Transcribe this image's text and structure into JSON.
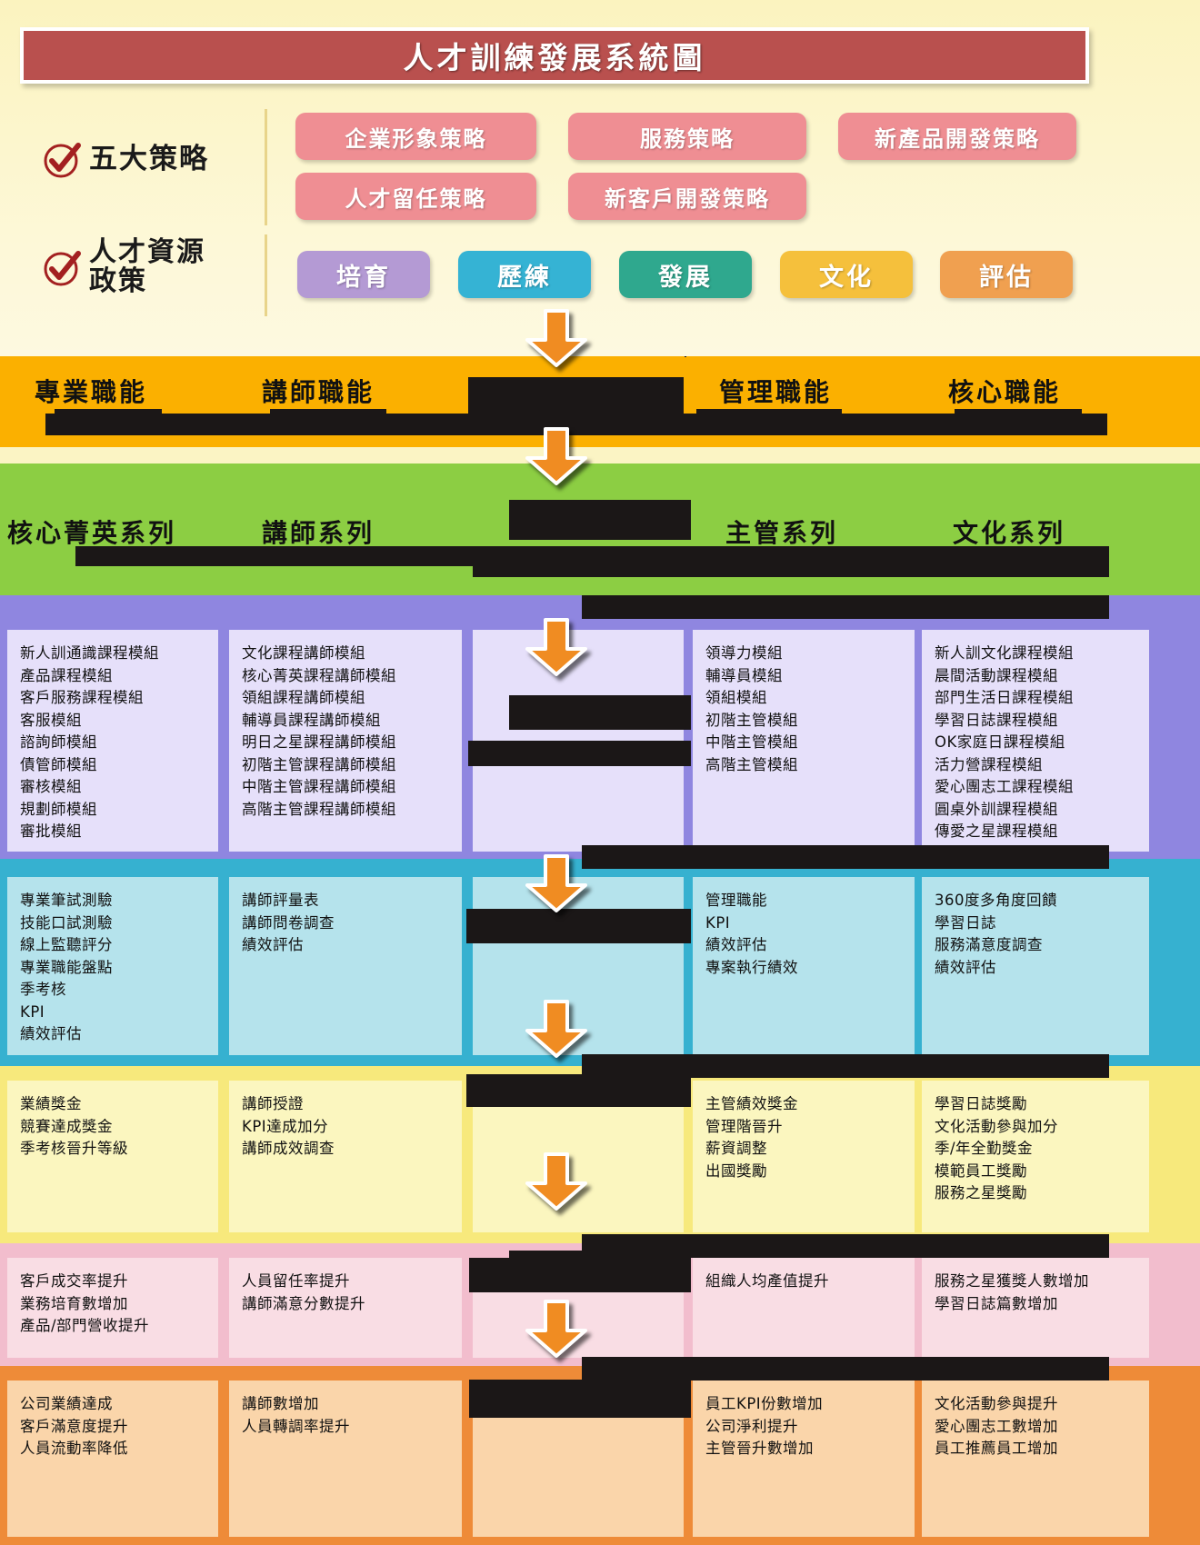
{
  "title": "人才訓練發展系統圖",
  "top": {
    "strategy_label": "五大策略",
    "policy_label_line1": "人才資源",
    "policy_label_line2": "政策",
    "check_icon": "check-circle-icon",
    "strategies": [
      "企業形象策略",
      "服務策略",
      "新產品開發策略",
      "人才留任策略",
      "新客戶開發策略"
    ],
    "policies": [
      {
        "label": "培育",
        "color": "#b49ad4"
      },
      {
        "label": "歷練",
        "color": "#35b3d4"
      },
      {
        "label": "發展",
        "color": "#2fa88e"
      },
      {
        "label": "文化",
        "color": "#f5c03c"
      },
      {
        "label": "評估",
        "color": "#f0a050"
      }
    ]
  },
  "bands": [
    {
      "name": "competency-band",
      "color": "#fbb000",
      "titles": [
        "專業職能",
        "講師職能",
        "",
        "管理職能",
        "核心職能"
      ]
    },
    {
      "name": "series-band",
      "color": "#8cce43",
      "titles": [
        "核心菁英系列",
        "講師系列",
        "",
        "主管系列",
        "文化系列"
      ]
    }
  ],
  "sections": [
    {
      "name": "module-section",
      "band_color": "#8f86e0",
      "cell_color": "#e6e0fa",
      "columns": [
        [
          "新人訓通識課程模組",
          "產品課程模組",
          "客戶服務課程模組",
          "客服模組",
          "諮詢師模組",
          "債管師模組",
          "審核模組",
          "規劃師模組",
          "審批模組"
        ],
        [
          "文化課程講師模組",
          "核心菁英課程講師模組",
          "領組課程講師模組",
          "輔導員課程講師模組",
          "明日之星課程講師模組",
          "初階主管課程講師模組",
          "中階主管課程講師模組",
          "高階主管課程講師模組"
        ],
        [],
        [
          "領導力模組",
          "輔導員模組",
          "領組模組",
          "初階主管模組",
          "中階主管模組",
          "高階主管模組"
        ],
        [
          "新人訓文化課程模組",
          "晨間活動課程模組",
          "部門生活日課程模組",
          "學習日誌課程模組",
          "OK家庭日課程模組",
          "活力營課程模組",
          "愛心團志工課程模組",
          "圓桌外訓課程模組",
          "傳愛之星課程模組"
        ]
      ]
    },
    {
      "name": "assessment-section",
      "band_color": "#36b1d0",
      "cell_color": "#b5e3ec",
      "columns": [
        [
          "專業筆試測驗",
          "技能口試測驗",
          "線上監聽評分",
          "專業職能盤點",
          "季考核",
          "KPI",
          "績效評估"
        ],
        [
          "講師評量表",
          "講師問卷調查",
          "績效評估"
        ],
        [],
        [
          "管理職能",
          "KPI",
          "績效評估",
          "專案執行績效"
        ],
        [
          "360度多角度回饋",
          "學習日誌",
          "服務滿意度調查",
          "績效評估"
        ]
      ]
    },
    {
      "name": "reward-section",
      "band_color": "#f7e97c",
      "cell_color": "#fbf6bf",
      "columns": [
        [
          "業績獎金",
          "競賽達成獎金",
          "季考核晉升等級"
        ],
        [
          "講師授證",
          "KPI達成加分",
          "講師成效調查"
        ],
        [],
        [
          "主管績效獎金",
          "管理階晉升",
          "薪資調整",
          "出國獎勵"
        ],
        [
          "學習日誌獎勵",
          "文化活動參與加分",
          "季/年全勤獎金",
          "模範員工獎勵",
          "服務之星獎勵"
        ]
      ]
    },
    {
      "name": "outcome-section",
      "band_color": "#f2bdcd",
      "cell_color": "#f9dde4",
      "columns": [
        [
          "客戶成交率提升",
          "業務培育數增加",
          "產品/部門營收提升"
        ],
        [
          "人員留任率提升",
          "講師滿意分數提升"
        ],
        [],
        [
          "組織人均產值提升"
        ],
        [
          "服務之星獲獎人數增加",
          "學習日誌篇數增加"
        ]
      ]
    },
    {
      "name": "impact-section",
      "band_color": "#ee8b38",
      "cell_color": "#fad5aa",
      "columns": [
        [
          "公司業績達成",
          "客戶滿意度提升",
          "人員流動率降低"
        ],
        [
          "講師數增加",
          "人員轉調率提升"
        ],
        [],
        [
          "員工KPI份數增加",
          "公司淨利提升",
          "主管晉升數增加"
        ],
        [
          "文化活動參與提升",
          "愛心團志工數增加",
          "員工推薦員工增加"
        ]
      ]
    }
  ],
  "arrows": {
    "icon": "down-arrow-icon",
    "color": "#f08c22",
    "count": 7
  },
  "redactions": {
    "label": "redacted-block",
    "color": "#1b1717"
  }
}
